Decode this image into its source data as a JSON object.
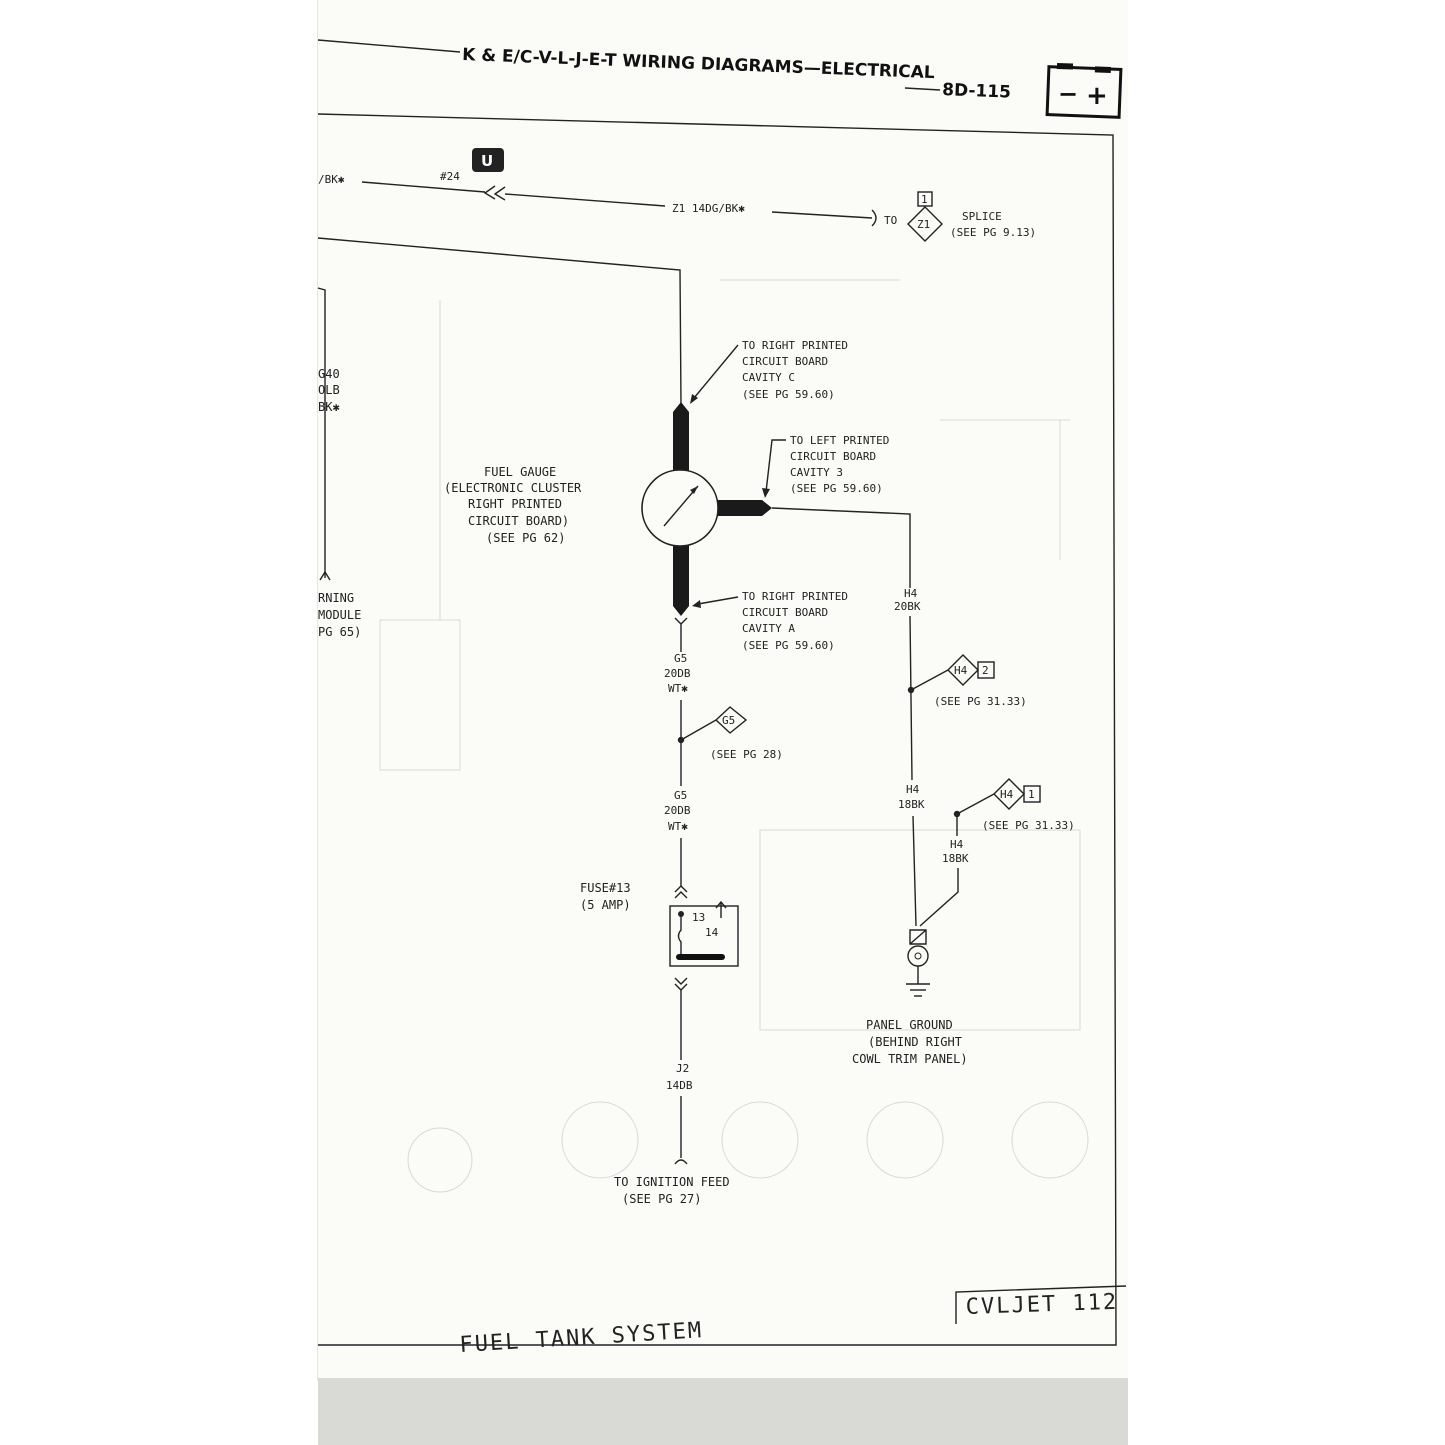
{
  "header": {
    "title": "K & E/C-V-L-J-E-T WIRING DIAGRAMS",
    "section": "ELECTRICAL",
    "page": "8D-115",
    "battery_icon": "battery-icon",
    "battery_minus": "−",
    "battery_plus": "+"
  },
  "top_wire": {
    "left_label": "/BK✱",
    "connector_no": "#24",
    "connector_icon": "U",
    "wire_label": "Z1 14DG/BK✱",
    "to_label": "TO",
    "splice_id": "Z1",
    "splice_pin": "1",
    "splice_label": "SPLICE",
    "splice_ref": "(SEE PG 9.13)"
  },
  "left_fragments": {
    "g40": [
      "G40",
      "OLB",
      "BK✱"
    ],
    "warning": [
      "RNING",
      "MODULE",
      "PG 65)"
    ]
  },
  "gauge": {
    "lines": [
      "FUEL GAUGE",
      "(ELECTRONIC CLUSTER",
      "RIGHT PRINTED",
      "CIRCUIT BOARD)",
      "(SEE PG 62)"
    ]
  },
  "callouts": {
    "cavity_c": [
      "TO RIGHT PRINTED",
      "CIRCUIT BOARD",
      "CAVITY C",
      "(SEE PG 59.60)"
    ],
    "cavity_3": [
      "TO LEFT PRINTED",
      "CIRCUIT BOARD",
      "CAVITY 3",
      "(SEE PG 59.60)"
    ],
    "cavity_a": [
      "TO RIGHT PRINTED",
      "CIRCUIT BOARD",
      "CAVITY A",
      "(SEE PG 59.60)"
    ]
  },
  "wires": {
    "g5_upper": [
      "G5",
      "20DB",
      "WT✱"
    ],
    "g5_lower": [
      "G5",
      "20DB",
      "WT✱"
    ],
    "g5_tag": "G5",
    "g5_ref": "(SEE PG 28)",
    "h4_top": [
      "H4",
      "20BK"
    ],
    "h4_mid": [
      "H4",
      "18BK"
    ],
    "h4_right": [
      "H4",
      "18BK"
    ],
    "h4_tag2": {
      "id": "H4",
      "pin": "2",
      "ref": "(SEE PG 31.33)"
    },
    "h4_tag1": {
      "id": "H4",
      "pin": "1",
      "ref": "(SEE PG 31.33)"
    },
    "j2": [
      "J2",
      "14DB"
    ]
  },
  "fuse": {
    "label": [
      "FUSE#13",
      "(5 AMP)"
    ],
    "pin13": "13",
    "pin14": "14"
  },
  "ground": {
    "label": [
      "PANEL GROUND",
      "(BEHIND RIGHT",
      "COWL TRIM PANEL)"
    ]
  },
  "ignition": {
    "label": [
      "TO IGNITION FEED",
      "(SEE PG 27)"
    ]
  },
  "footer": {
    "system": "FUEL TANK SYSTEM",
    "code": "CVLJET  112"
  }
}
